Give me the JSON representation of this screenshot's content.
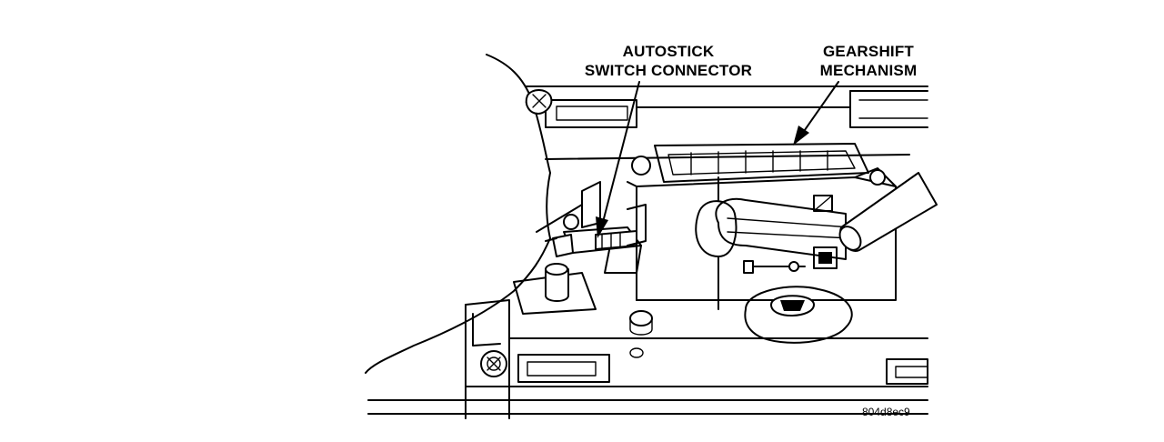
{
  "callouts": {
    "autostick_line1": "AUTOSTICK",
    "autostick_line2": "SWITCH CONNECTOR",
    "gearshift_line1": "GEARSHIFT",
    "gearshift_line2": "MECHANISM"
  },
  "figure_code": "804d8ec9",
  "colors": {
    "ink": "#000000",
    "paper": "#ffffff"
  }
}
